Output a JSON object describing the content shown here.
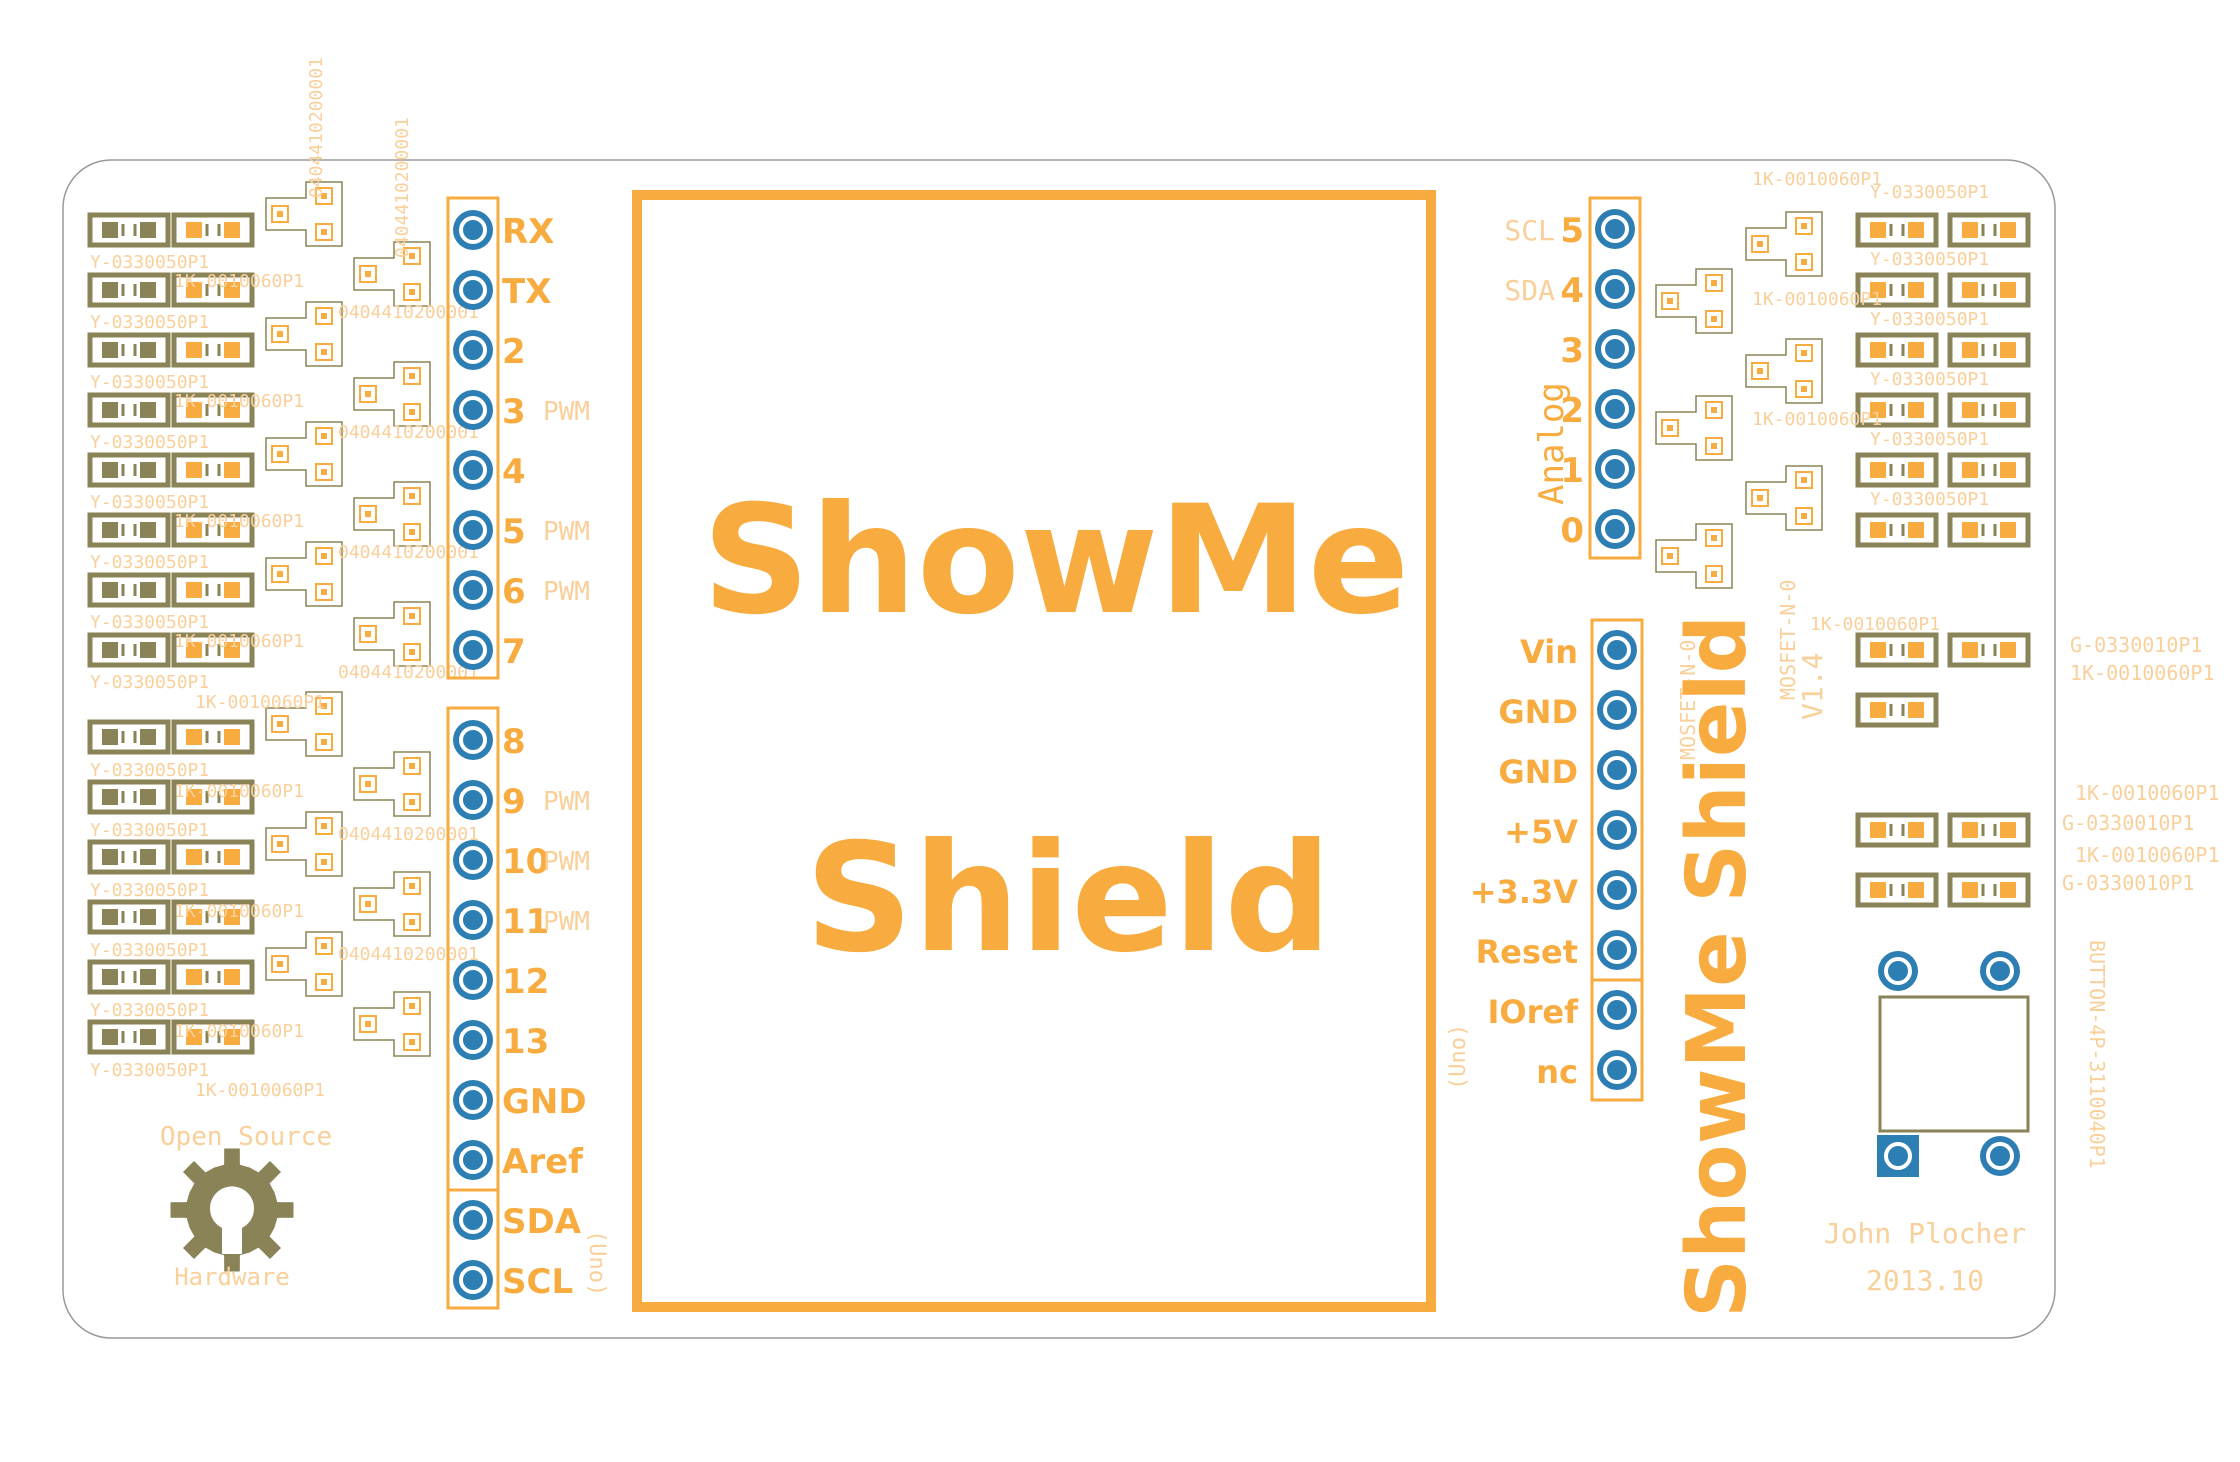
{
  "colors": {
    "silk": "#f8ab3e",
    "silk_faint": "#f9cf9a",
    "pad_blue": "#2d7fb3",
    "pad_ring": "#f8ab3e",
    "led": "#8a8357",
    "board_outline": "#9a9a9a",
    "logo": "#8a8357"
  },
  "title": {
    "line1": "ShowMe",
    "line2": "Shield",
    "vertical": "ShowMe Shield"
  },
  "header_left_top": {
    "pins": [
      "RX",
      "TX",
      "2",
      "3",
      "4",
      "5",
      "6",
      "7"
    ],
    "pwm": [
      "",
      "",
      "",
      "PWM",
      "",
      "PWM",
      "PWM",
      ""
    ]
  },
  "header_left_bottom": {
    "pins": [
      "8",
      "9",
      "10",
      "11",
      "12",
      "13",
      "GND",
      "Aref",
      "SDA",
      "SCL"
    ],
    "pwm": [
      "",
      "PWM",
      "PWM",
      "PWM",
      "",
      "",
      "",
      "",
      "",
      ""
    ],
    "uno_tag": "(Uno)"
  },
  "header_analog": {
    "group_label": "Analog",
    "pins": [
      "5",
      "4",
      "3",
      "2",
      "1",
      "0"
    ],
    "side": [
      "SCL",
      "SDA",
      "",
      "",
      "",
      ""
    ]
  },
  "header_power": {
    "pins": [
      "Vin",
      "GND",
      "GND",
      "+5V",
      "+3.3V",
      "Reset",
      "IOref",
      "nc"
    ],
    "uno_tag": "(Uno)"
  },
  "logo": {
    "top": "Open Source",
    "bottom": "Hardware"
  },
  "credits": {
    "author": "John Plocher",
    "date": "2013.10",
    "version": "V1.4"
  },
  "part_labels": {
    "yellow_led": "Y-0330050P1",
    "resistor": "1K-0010060P1",
    "green_led": "G-0330010P1",
    "mosfet": "MOSFET-N-0",
    "button": "BUTTON-4P-3110040P1",
    "mosfet_code": "0404410200001"
  }
}
